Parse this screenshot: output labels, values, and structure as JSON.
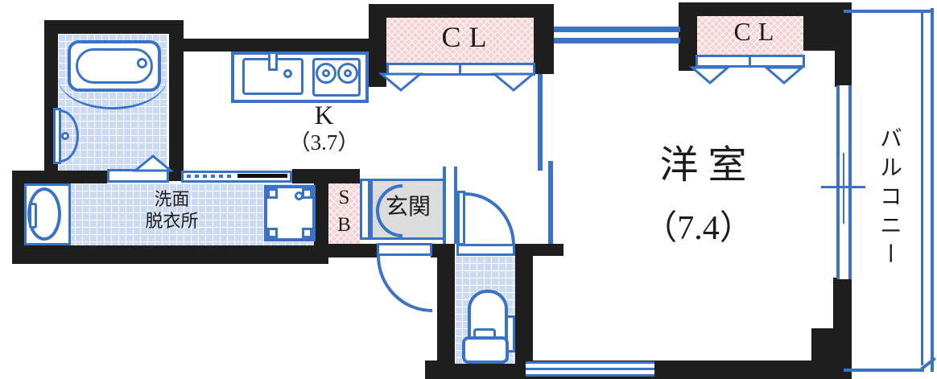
{
  "plan_title": "1K apartment floor plan",
  "colors": {
    "wall": "#1e1e1e",
    "line_blue": "#3a73c5",
    "wet_area_tile": "#ccdaf3",
    "closet_pink": "#f8d2d2",
    "entrance_gray": "#dcdcdc"
  },
  "rooms": {
    "kitchen": {
      "label": "K",
      "area": "（3.7）"
    },
    "western_room": {
      "label": "洋室",
      "area": "（7.4）"
    },
    "balcony": {
      "label": "バルコニー"
    },
    "washroom": {
      "label": [
        "洗面",
        "脱衣所"
      ]
    },
    "entrance": {
      "label": "玄関"
    },
    "shoe_box": {
      "label": [
        "S",
        "B"
      ]
    },
    "closet_left": {
      "label": "CL"
    },
    "closet_right": {
      "label": "CL"
    }
  }
}
